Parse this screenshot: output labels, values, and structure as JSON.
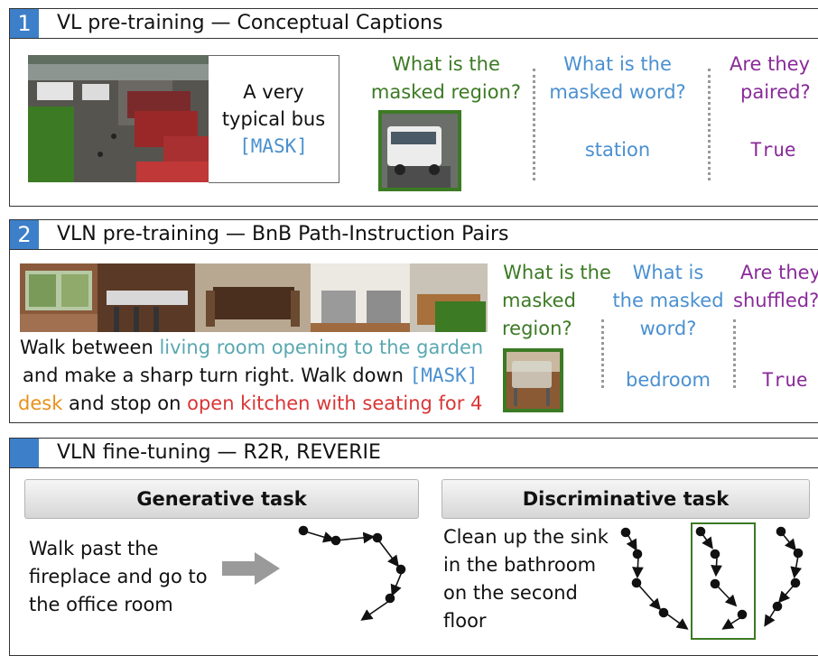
{
  "panel1": {
    "number": "1",
    "title": "VL pre-training — Conceptual Captions",
    "caption": {
      "line1": "A very",
      "line2": "typical bus",
      "mask": "[MASK]"
    },
    "q_region": {
      "line1": "What is the",
      "line2": "masked region?"
    },
    "q_word": {
      "line1": "What is the",
      "line2": "masked word?",
      "answer": "station"
    },
    "q_pair": {
      "line1": "Are they",
      "line2": "paired?",
      "answer": "True"
    }
  },
  "panel2": {
    "number": "2",
    "title": "VLN pre-training — BnB Path-Instruction Pairs",
    "instruction": {
      "t1": "Walk between ",
      "t2": "living room opening to the garden",
      "t3": "and make a sharp turn right. Walk down ",
      "t4": "[MASK]",
      "t5": "desk",
      "t6": " and stop on ",
      "t7": "open kitchen with seating for 4"
    },
    "q_region": {
      "line1": "What is the",
      "line2": "masked",
      "line3": "region?"
    },
    "q_word": {
      "line1": "What is",
      "line2": "the masked",
      "line3": "word?",
      "answer": "bedroom"
    },
    "q_shuffle": {
      "line1": "Are they",
      "line2": "shuffled?",
      "answer": "True"
    }
  },
  "panel3": {
    "title": "VLN fine-tuning — R2R, REVERIE",
    "generative": {
      "label": "Generative task",
      "text1": "Walk past the",
      "text2": "fireplace and go to",
      "text3": "the office room"
    },
    "discriminative": {
      "label": "Discriminative task",
      "text1": "Clean up the sink",
      "text2": "in the bathroom",
      "text3": "on the second",
      "text4": "floor"
    }
  },
  "colors": {
    "accent": "#3d7fc9",
    "green": "#3c7a24",
    "blue": "#4a90d0",
    "purple": "#8a2a9a",
    "teal": "#5aa8b0",
    "orange": "#e8911a",
    "red": "#d93636"
  }
}
